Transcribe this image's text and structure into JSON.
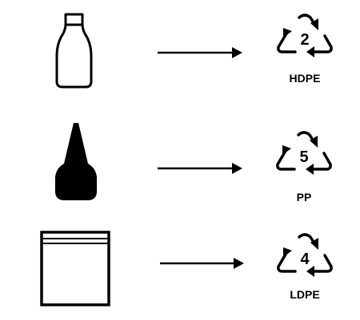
{
  "colors": {
    "ink": "#000000",
    "background": "#ffffff"
  },
  "rows": [
    {
      "item_icon": "milk-bottle-icon",
      "connector_icon": "right-arrow-icon",
      "recycling_symbol_icon": "recycling-triangle-icon",
      "resin_code": "2",
      "resin_abbreviation": "HDPE"
    },
    {
      "item_icon": "dropper-bottle-icon",
      "connector_icon": "right-arrow-icon",
      "recycling_symbol_icon": "recycling-triangle-icon",
      "resin_code": "5",
      "resin_abbreviation": "PP"
    },
    {
      "item_icon": "zip-bag-icon",
      "connector_icon": "right-arrow-icon",
      "recycling_symbol_icon": "recycling-triangle-icon",
      "resin_code": "4",
      "resin_abbreviation": "LDPE"
    }
  ]
}
